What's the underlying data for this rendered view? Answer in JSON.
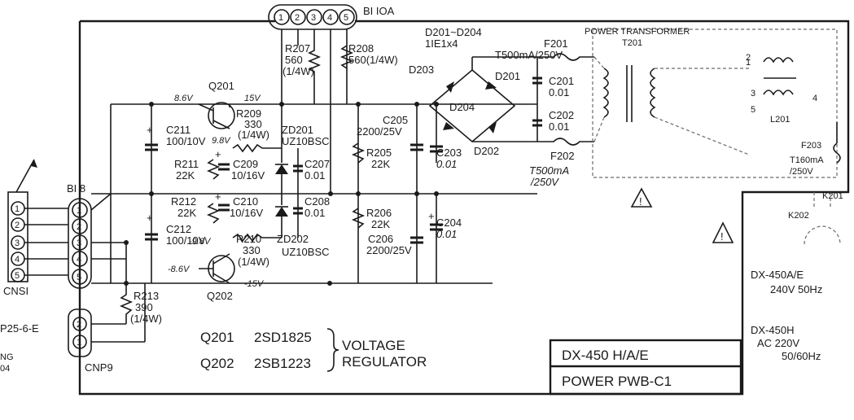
{
  "connectors": {
    "b110a": {
      "label": "BI IOA",
      "pins": [
        "1",
        "2",
        "3",
        "4",
        "5"
      ]
    },
    "cns1": {
      "label": "CNSI",
      "pins": [
        "1",
        "2",
        "3",
        "4",
        "5"
      ]
    },
    "b18": {
      "label": "BI 8",
      "pins": [
        "1",
        "2",
        "3",
        "4",
        "5"
      ]
    },
    "cnp9": {
      "label": "CNP9",
      "pins": [
        "2",
        "1"
      ]
    },
    "p25": {
      "label": "P25-6-E"
    },
    "edge_text": [
      "NG",
      "04"
    ]
  },
  "resistors": {
    "r207": [
      "R207",
      "560",
      "(1/4W)"
    ],
    "r208": [
      "R208",
      "560(1/4W)"
    ],
    "r209": [
      "R209",
      "330",
      "(1/4W)"
    ],
    "r210": [
      "R210",
      "330",
      "(1/4W)"
    ],
    "r211": [
      "R211",
      "22K"
    ],
    "r212": [
      "R212",
      "22K"
    ],
    "r205": [
      "R205",
      "22K"
    ],
    "r206": [
      "R206",
      "22K"
    ],
    "r213": [
      "R213",
      "390",
      "(1/4W)"
    ]
  },
  "capacitors": {
    "c211": [
      "C211",
      "100/10V"
    ],
    "c212": [
      "C212",
      "100/10V"
    ],
    "c209": [
      "C209",
      "10/16V"
    ],
    "c210": [
      "C210",
      "10/16V"
    ],
    "c207": [
      "C207",
      "0.01"
    ],
    "c208": [
      "C208",
      "0.01"
    ],
    "c205": [
      "C205",
      "2200/25V"
    ],
    "c206": [
      "C206",
      "2200/25V"
    ],
    "c203": [
      "C203",
      "0.01"
    ],
    "c204": [
      "C204",
      "0.01"
    ],
    "c201": [
      "C201",
      "0.01"
    ],
    "c202": [
      "C202",
      "0.01"
    ]
  },
  "semis": {
    "q201": "Q201",
    "q202": "Q202",
    "zd201": [
      "ZD201",
      "UZ10BSC"
    ],
    "zd202": [
      "ZD202",
      "UZ10BSC"
    ],
    "bridge": [
      "D201~D204",
      "1IE1x4"
    ],
    "d201": "D201",
    "d202": "D202",
    "d203": "D203",
    "d204": "D204"
  },
  "voltages": {
    "v_q201_b": "8.6V",
    "v_q201_c": "15V",
    "v_pos": "9.8V",
    "v_neg": "-9.8V",
    "v_q202_b": "-8.6V",
    "v_q202_c": "-15V"
  },
  "fuses": {
    "f201": [
      "F201",
      "T500mA/250V"
    ],
    "f202": [
      "F202",
      "T500mA",
      "/250V"
    ],
    "f203": [
      "F203",
      "T160mA",
      "/250V"
    ]
  },
  "transformer": {
    "title": "POWER TRANSFORMER",
    "ref": "T201",
    "pins": [
      "1",
      "2",
      "3",
      "4",
      "5"
    ],
    "choke": "L201",
    "relay": [
      "K201",
      "K202"
    ]
  },
  "regulator": {
    "rows": [
      [
        "Q201",
        "2SD1825"
      ],
      [
        "Q202",
        "2SB1223"
      ]
    ],
    "title": [
      "VOLTAGE",
      "REGULATOR"
    ]
  },
  "model": {
    "ae": [
      "DX-450A/E",
      "240V 50Hz"
    ],
    "h": [
      "DX-450H",
      "AC 220V",
      "50/60Hz"
    ]
  },
  "title_block": {
    "model": "DX-450 H/A/E",
    "board": "POWER PWB-C1"
  }
}
